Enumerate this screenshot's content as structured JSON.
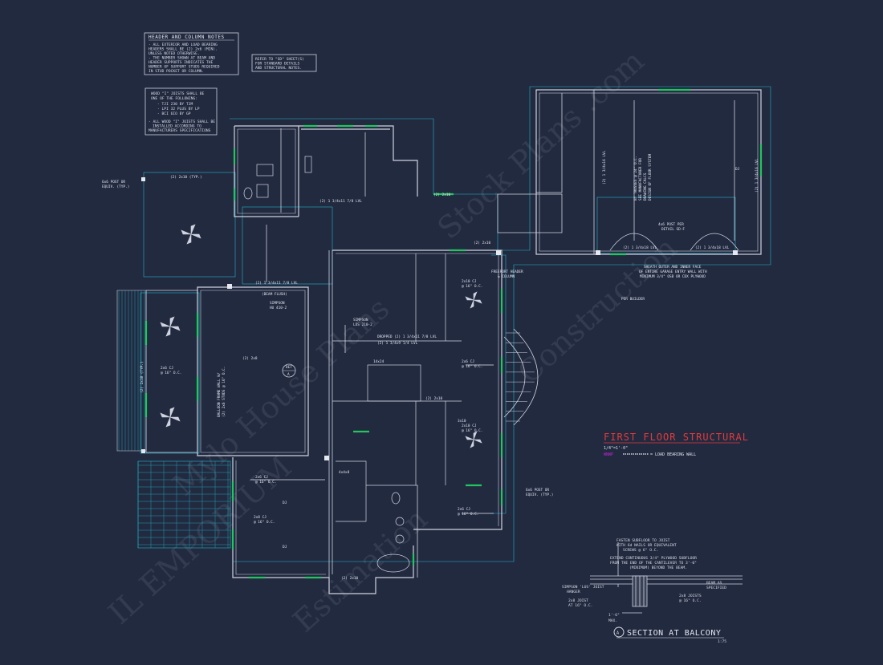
{
  "sheet": {
    "title": "FIRST FLOOR STRUCTURAL",
    "scale": "1/4\"=1'-0\"",
    "legend_symbol_label": "WNWP",
    "legend_text": "= LOAD BEARING WALL",
    "colors": {
      "background": "#222a40",
      "wall": "#cfd3df",
      "window": "#22c55e",
      "dimension": "#22b5c8",
      "title": "#e23b3b",
      "legend": "#c026d3"
    }
  },
  "notes": {
    "header_column": {
      "title": "HEADER AND COLUMN NOTES",
      "lines": [
        "- ALL EXTERIOR AND LOAD BEARING",
        "HEADERS SHALL BE (2) 2x6 (MIN).",
        "UNLESS NOTED OTHERWISE.",
        "- THE NUMBER SHOWN AT BEAM AND",
        "HEADER SUPPORTS INDICATES THE",
        "NUMBER OF SUPPORT STUDS REQUIRED",
        "IN STUD POCKET OR COLUMN."
      ]
    },
    "refer": {
      "lines": [
        "REFER TO \"SD\" SHEET(S)",
        "FOR STANDARD DETAILS",
        "AND STRUCTURAL NOTES."
      ]
    },
    "wood_joists": {
      "lines": [
        "WOOD \"I\" JOISTS SHALL BE",
        "ONE OF THE FOLLOWING:",
        "- TJI 230 BY TJM",
        "- LPI 32 PLUS BY LP",
        "- BCI 6IO BY GP",
        "- ALL WOOD \"I\" JOISTS SHALL BE",
        "INSTALLED ACCORDING TO",
        "MANUFACTURERS SPECIFICATIONS"
      ]
    }
  },
  "plan_labels": {
    "post_left": [
      "6x6 POST OR",
      "EQUIV. (TYP.)"
    ],
    "post_right": [
      "6x6 POST OR",
      "EQUIV. (TYP.)"
    ],
    "girder_top": "(2) 2x10 (TYP.)",
    "girder_side": "(2) 2x10 (TYP.)",
    "cj_2x6_16": [
      "2x6 CJ",
      "@ 16\" O.C."
    ],
    "cj_2x8_16": [
      "2x8 CJ",
      "@ 16\" O.C."
    ],
    "cj_2x10_16": [
      "2x10 CJ",
      "@ 16\" O.C."
    ],
    "dj": "DJ",
    "lvl_main": "(2) 1 3/4x11 7/8 LVL",
    "lvl_short": "(2) 1 3/4x9 1/4 LVL",
    "beam_flush": "(BEAM FLUSH)",
    "simpson_hu": [
      "SIMPSON",
      "HU 410-2"
    ],
    "simpson_lus": [
      "SIMPSON",
      "LUS 210-2"
    ],
    "dropped": "DROPPED (2) 1 3/4x11 7/8 LVL",
    "balloon_wall": [
      "BALLOON FRAME WALL W/",
      "(2) 2x6 STUDS @ 16\" O.C."
    ],
    "header_14x24": "14x24",
    "header_3x10": "3x10",
    "header_4x8": "4x4x8",
    "header_2x10": "(2) 2x10",
    "header_2x8": "(2) 2x8",
    "section_callout": [
      "DET",
      "A"
    ],
    "freeport": [
      "FREEPORT HEADER",
      "& COLUMN"
    ],
    "garage_trusses": [
      "BY TRUSSES @ 24\" O.C.",
      "SEE MANUFACTURER FOR",
      "DRAWING CALCS",
      "DESIGN OF FLOOR SYSTEM"
    ],
    "garage_beam": "(2) 1 3/4x16 LVL",
    "garage_beam_bottom": "(2) 1 3/4x18 LVL",
    "garage_post": [
      "4x6 POST PER",
      "DETAIL SD-F"
    ],
    "sheath_note": [
      "SHEATH OUTER AND INNER FACE",
      "OF ENTIRE GARAGE ENTRY WALL WITH",
      "MINIMUM 3/4\" OSB OR CDX PLYWOOD"
    ],
    "per_builder": "PER BUILDER"
  },
  "section": {
    "title": "SECTION AT BALCONY",
    "scale": "1:75",
    "notes": [
      "FASTEN SUBFLOOR TO JOIST",
      "WITH 6d NAILS OR EQUIVALENT",
      "SCREWS @ 6\" O.C.",
      "EXTEND CONTINUOUS 3/4\" PLYWOOD SUBFLOOR",
      "FROM THE END OF THE CANTILEVER TO 3'-0\"",
      "(MINIMUM) BEYOND THE BEAM."
    ],
    "hanger": [
      "SIMPSON 'LUS' JOIST",
      "HANGER"
    ],
    "joist_left": [
      "2x8 JOIST",
      "AT 16\" O.C."
    ],
    "beam_right": [
      "BEAM AS",
      "SPECIFIED"
    ],
    "joist_right": [
      "2x8 JOISTS",
      "@ 16\" O.C."
    ],
    "dim": [
      "1'-6\"",
      "MAX."
    ],
    "marker": "A"
  },
  "watermarks": [
    "IL EMPORIUM",
    "Mylo House Plans",
    "Estimation",
    "Stock Plans .com",
    "Construction"
  ]
}
